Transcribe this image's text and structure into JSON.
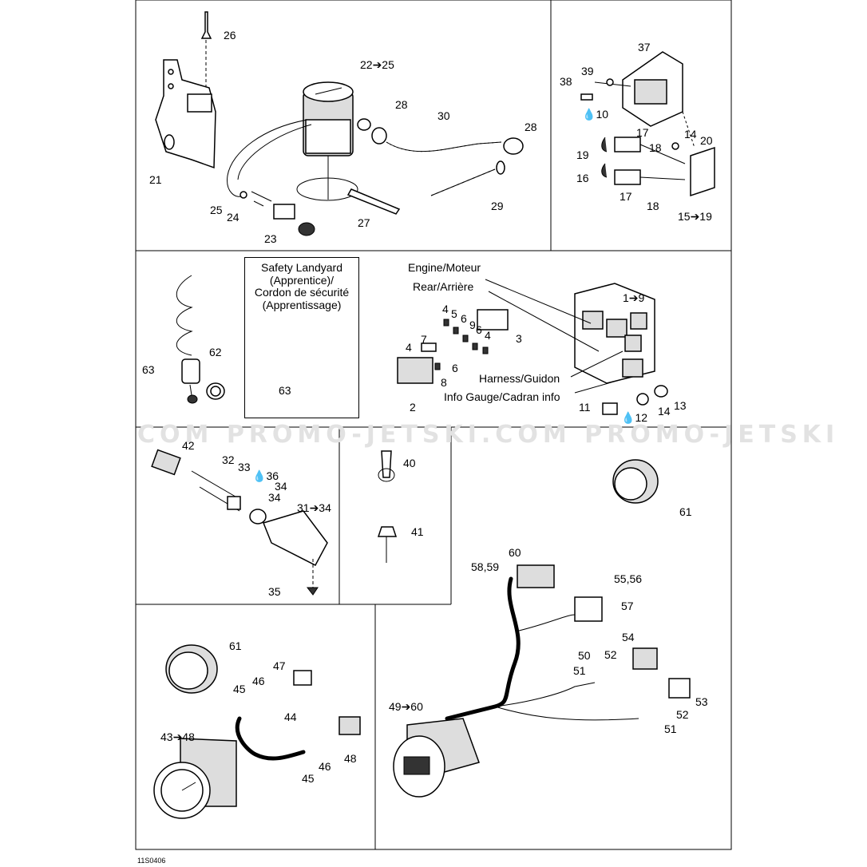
{
  "watermark": {
    "text": "COM  PROMO-JETSKI.COM  PROMO-JETSKI"
  },
  "diagram_code": "11S0406",
  "captions": {
    "engine": "Engine/Moteur",
    "rear": "Rear/Arrière",
    "harness": "Harness/Guidon",
    "info_gauge": "Info Gauge/Cadran info"
  },
  "safety_box": {
    "line1": "Safety Landyard",
    "line2": "(Apprentice)/",
    "line3": "Cordon de sécurité",
    "line4": "(Apprentissage)"
  },
  "callouts": {
    "bilge": {
      "c26": "26",
      "c22": "22➔25",
      "c28a": "28",
      "c30": "30",
      "c28b": "28",
      "c21": "21",
      "c25": "25",
      "c24": "24",
      "c23": "23",
      "c27": "27",
      "c29": "29"
    },
    "ecm_box": {
      "c37": "37",
      "c39": "39",
      "c38": "38",
      "c10": "10",
      "c17a": "17",
      "c18a": "18",
      "c19": "19",
      "c14": "14",
      "c20": "20",
      "c16": "16",
      "c17b": "17",
      "c18b": "18",
      "c15": "15➔19"
    },
    "lanyard": {
      "c63a": "63",
      "c62": "62",
      "c63b": "63"
    },
    "ecm": {
      "c4a": "4",
      "c5": "5",
      "c6a": "6",
      "c9": "9",
      "c6b": "6",
      "c4b": "4",
      "c3": "3",
      "c7": "7",
      "c4c": "4",
      "c6c": "6",
      "c8": "8",
      "c2": "2",
      "c1": "1➔9",
      "c11": "11",
      "c12": "12",
      "c14": "14",
      "c13": "13"
    },
    "switch": {
      "c42": "42",
      "c32": "32",
      "c33": "33",
      "c36": "36",
      "c34a": "34",
      "c34b": "34",
      "c31": "31➔34",
      "c35": "35"
    },
    "ties": {
      "c40": "40",
      "c41": "41"
    },
    "ring": {
      "c61": "61"
    },
    "gauge_left": {
      "c61": "61",
      "c47": "47",
      "c46a": "46",
      "c45a": "45",
      "c44": "44",
      "c43": "43➔48",
      "c48": "48",
      "c46b": "46",
      "c45b": "45"
    },
    "gauge_right": {
      "c60": "60",
      "c58": "58,59",
      "c55": "55,56",
      "c57": "57",
      "c54": "54",
      "c50": "50",
      "c52a": "52",
      "c51a": "51",
      "c53": "53",
      "c49": "49➔60",
      "c52b": "52",
      "c51b": "51"
    }
  }
}
